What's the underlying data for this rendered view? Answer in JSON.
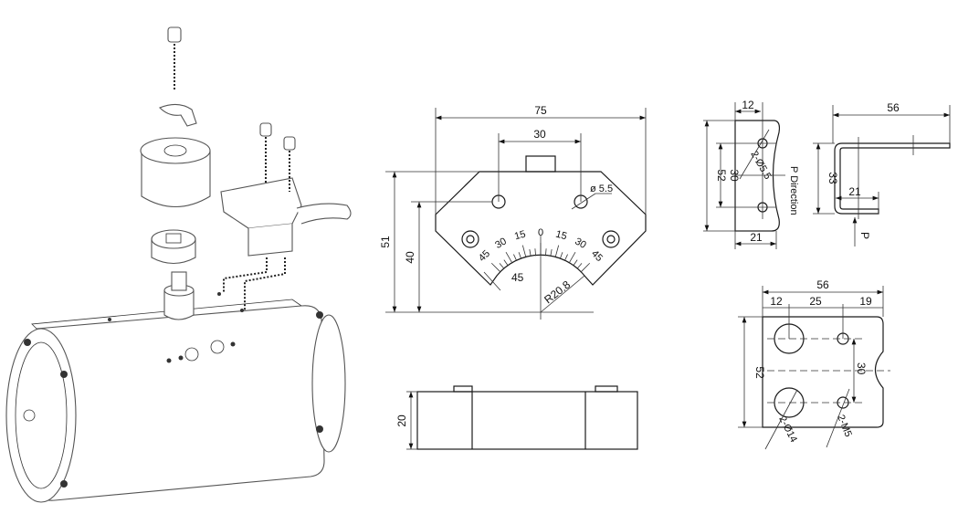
{
  "title": "Actuator mounting bracket and position indicator drawing",
  "indicator_front": {
    "width": "75",
    "hole_spacing": "30",
    "hole_dia": "ø 5.5",
    "height": "51",
    "hole_height": "40",
    "angle": "45",
    "radius": "R20.8",
    "scale_labels": [
      "45",
      "30",
      "15",
      "0",
      "15",
      "30",
      "45"
    ]
  },
  "indicator_bottom": {
    "thickness": "20"
  },
  "bracket_side": {
    "dim_12": "12",
    "dim_52": "52",
    "dim_30": "30",
    "dim_21": "21",
    "holes": "2-Ø5.5",
    "p_direction": "P Direction"
  },
  "bracket_profile": {
    "length": "56",
    "height": "33",
    "foot": "21",
    "force_label": "P"
  },
  "bracket_top": {
    "length": "56",
    "seg1": "12",
    "seg2": "25",
    "seg3": "19",
    "width": "52",
    "hole_spacing": "30",
    "large_holes": "2-Ø14",
    "threads": "2-M5"
  }
}
